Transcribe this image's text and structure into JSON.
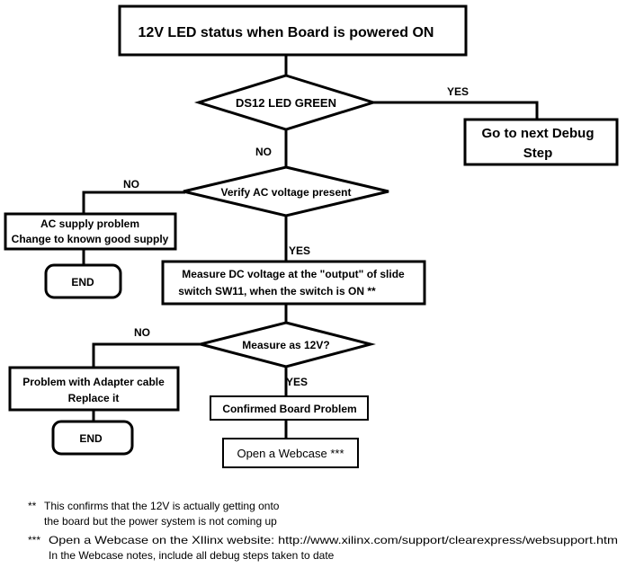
{
  "diagram": {
    "title_box": "12V LED status when Board is powered ON",
    "decision_ds12": "DS12 LED GREEN",
    "next_debug_line1": "Go to next Debug",
    "next_debug_line2": "Step",
    "decision_ac": "Verify AC voltage present",
    "ac_problem_line1": "AC supply problem",
    "ac_problem_line2": "Change to known good supply",
    "end_label": "END",
    "measure_dc_line1": "Measure DC voltage at the \"output\" of slide",
    "measure_dc_line2": "switch SW11, when the switch is ON **",
    "decision_12v": "Measure as 12V?",
    "adapter_line1": "Problem with Adapter cable",
    "adapter_line2": "Replace it",
    "confirmed": "Confirmed Board Problem",
    "webcase": "Open a Webcase ***",
    "yes": "YES",
    "no": "NO"
  },
  "footnotes": {
    "note1_mark": "**",
    "note1_line1": "This confirms that the 12V is actually getting onto",
    "note1_line2": "the board but the power system is not coming up",
    "note2_mark": "***",
    "note2_line1": "Open a Webcase on the XIlinx website: http://www.xilinx.com/support/clearexpress/websupport.htm",
    "note2_line2": "In the Webcase notes, include all debug steps taken to date"
  }
}
